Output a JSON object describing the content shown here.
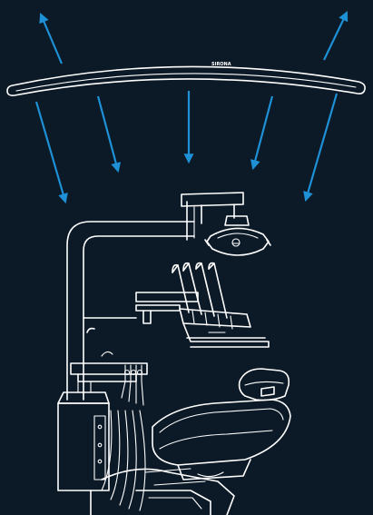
{
  "illustration": {
    "background_color": "#0c1a27",
    "line_color": "#ffffff",
    "arrow_color": "#1e90d6",
    "light_bar": {
      "brand_text": "SIRONA"
    },
    "arrows": [
      {
        "name": "arrow-up-left",
        "direction": "up"
      },
      {
        "name": "arrow-up-right",
        "direction": "up"
      },
      {
        "name": "arrow-down-1",
        "direction": "down"
      },
      {
        "name": "arrow-down-2",
        "direction": "down"
      },
      {
        "name": "arrow-down-3",
        "direction": "down"
      },
      {
        "name": "arrow-down-4",
        "direction": "down"
      },
      {
        "name": "arrow-down-5",
        "direction": "down"
      }
    ]
  }
}
